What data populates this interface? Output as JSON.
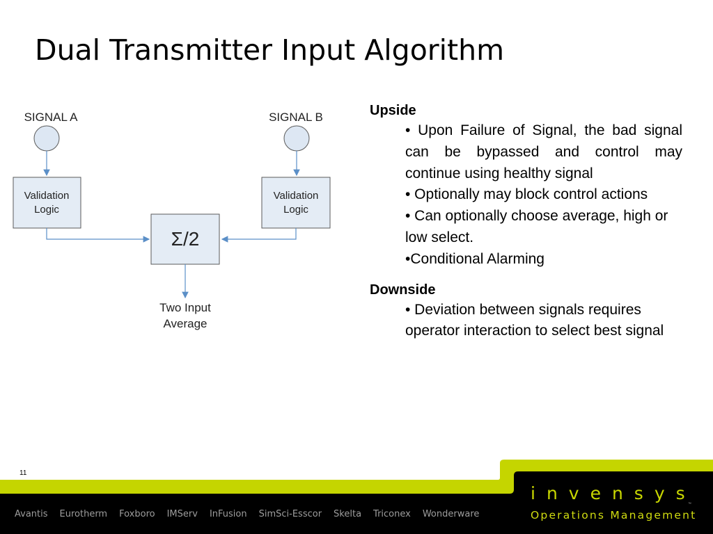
{
  "slide": {
    "title": "Dual Transmitter Input Algorithm",
    "page_number": "11"
  },
  "diagram": {
    "signal_a": "SIGNAL A",
    "signal_b": "SIGNAL B",
    "validation_line1": "Validation",
    "validation_line2": "Logic",
    "average_block": "Σ/2",
    "output_line1": "Two Input",
    "output_line2": "Average",
    "box_fill": "#e4ecf5",
    "circle_fill": "#dde7f3",
    "arrow_color": "#5b8fc7"
  },
  "upside": {
    "heading": "Upside",
    "bullets": [
      "•  Upon Failure of Signal, the bad signal can be bypassed and control may continue using healthy signal",
      "•  Optionally may block control actions",
      "•  Can optionally choose average, high or low select.",
      "•Conditional Alarming"
    ]
  },
  "downside": {
    "heading": "Downside",
    "bullets": [
      "•  Deviation between signals requires operator interaction to select best signal"
    ]
  },
  "footer": {
    "brands": [
      "Avantis",
      "Eurotherm",
      "Foxboro",
      "IMServ",
      "InFusion",
      "SimSci-Esscor",
      "Skelta",
      "Triconex",
      "Wonderware"
    ],
    "logo_text": "invensys",
    "logo_tm": "™",
    "logo_subtitle": "Operations Management",
    "accent_color": "#c5d500",
    "band_color": "#000000"
  }
}
